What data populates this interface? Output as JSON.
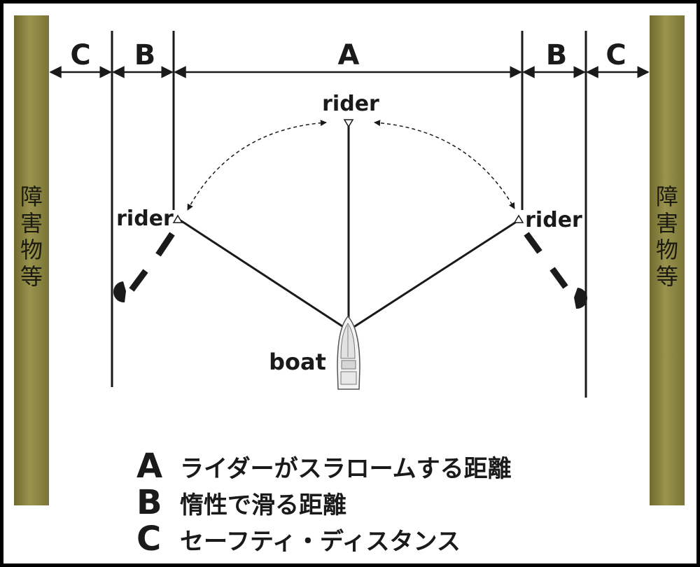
{
  "obstacle_label": "障害物等",
  "dimensions": {
    "left_c": "C",
    "left_b": "B",
    "center_a": "A",
    "right_b": "B",
    "right_c": "C"
  },
  "riders": {
    "top": "rider",
    "left": "rider",
    "right": "rider"
  },
  "boat_label": "boat",
  "legend": [
    {
      "letter": "A",
      "text": "ライダーがスラロームする距離"
    },
    {
      "letter": "B",
      "text": "惰性で滑る距離"
    },
    {
      "letter": "C",
      "text": "セーフティ・ディスタンス"
    }
  ]
}
